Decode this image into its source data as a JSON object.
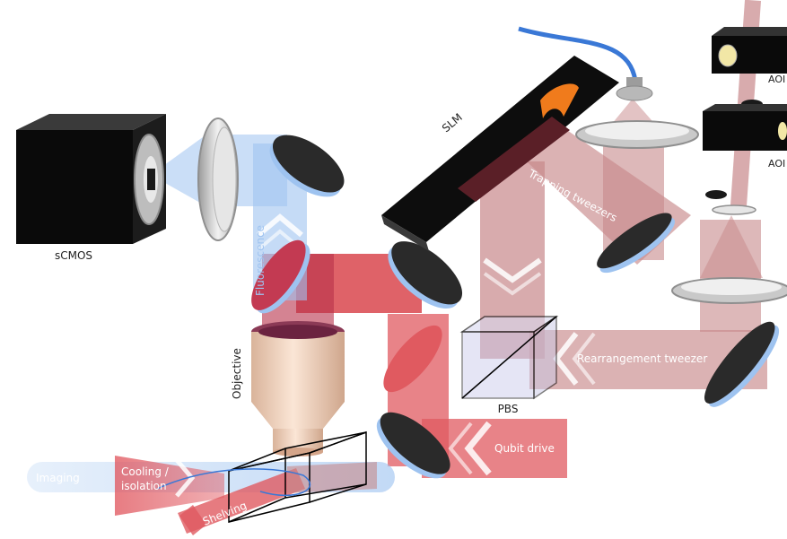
{
  "labels": {
    "scmos": "sCMOS",
    "slm": "SLM",
    "fluorescence": "Fluorescence",
    "trapping_tweezers": "Trapping tweezers",
    "objective": "Objective",
    "pbs": "PBS",
    "rearrangement_tweezer": "Rearrangement tweezer",
    "qubit_drive": "Qubit drive",
    "imaging": "Imaging",
    "cooling_line1": "Cooling /",
    "cooling_line2": "isolation",
    "shelving": "Shelving",
    "aod_top": "AOI",
    "aod_bottom": "AOI"
  },
  "colors": {
    "red_beam": "#d9464e",
    "pink_beam": "#c7888a",
    "blue_beam": "#9ec3f0",
    "mirror_face": "#2a2a2a",
    "lens_gray": "#c9c9c9"
  }
}
